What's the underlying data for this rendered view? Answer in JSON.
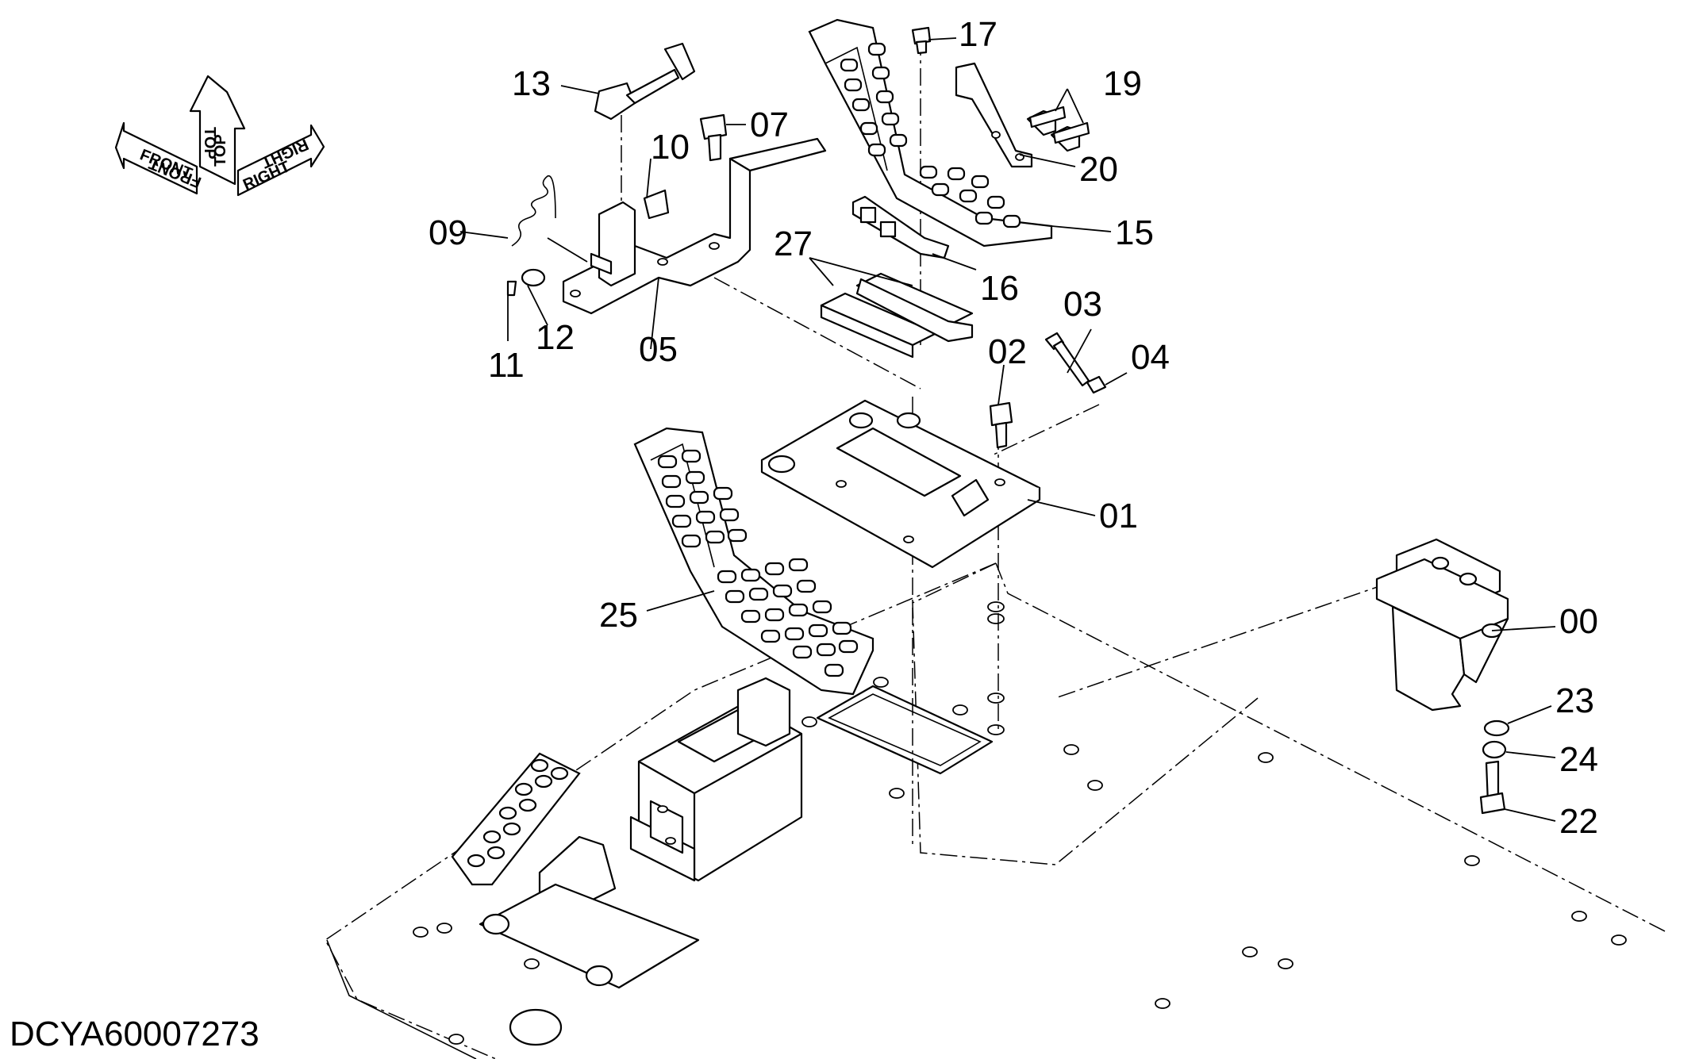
{
  "drawing_code": "DCYA60007273",
  "direction_indicator": {
    "top": "TOP",
    "front": "FRONT",
    "right": "RIGHT"
  },
  "callouts": [
    {
      "id": "c00",
      "text": "00"
    },
    {
      "id": "c01",
      "text": "01"
    },
    {
      "id": "c02",
      "text": "02"
    },
    {
      "id": "c03",
      "text": "03"
    },
    {
      "id": "c04",
      "text": "04"
    },
    {
      "id": "c05",
      "text": "05"
    },
    {
      "id": "c07",
      "text": "07"
    },
    {
      "id": "c09",
      "text": "09"
    },
    {
      "id": "c10",
      "text": "10"
    },
    {
      "id": "c11",
      "text": "11"
    },
    {
      "id": "c12",
      "text": "12"
    },
    {
      "id": "c13",
      "text": "13"
    },
    {
      "id": "c15",
      "text": "15"
    },
    {
      "id": "c16",
      "text": "16"
    },
    {
      "id": "c17",
      "text": "17"
    },
    {
      "id": "c19",
      "text": "19"
    },
    {
      "id": "c20",
      "text": "20"
    },
    {
      "id": "c22",
      "text": "22"
    },
    {
      "id": "c23",
      "text": "23"
    },
    {
      "id": "c24",
      "text": "24"
    },
    {
      "id": "c25",
      "text": "25"
    },
    {
      "id": "c27",
      "text": "27"
    }
  ]
}
